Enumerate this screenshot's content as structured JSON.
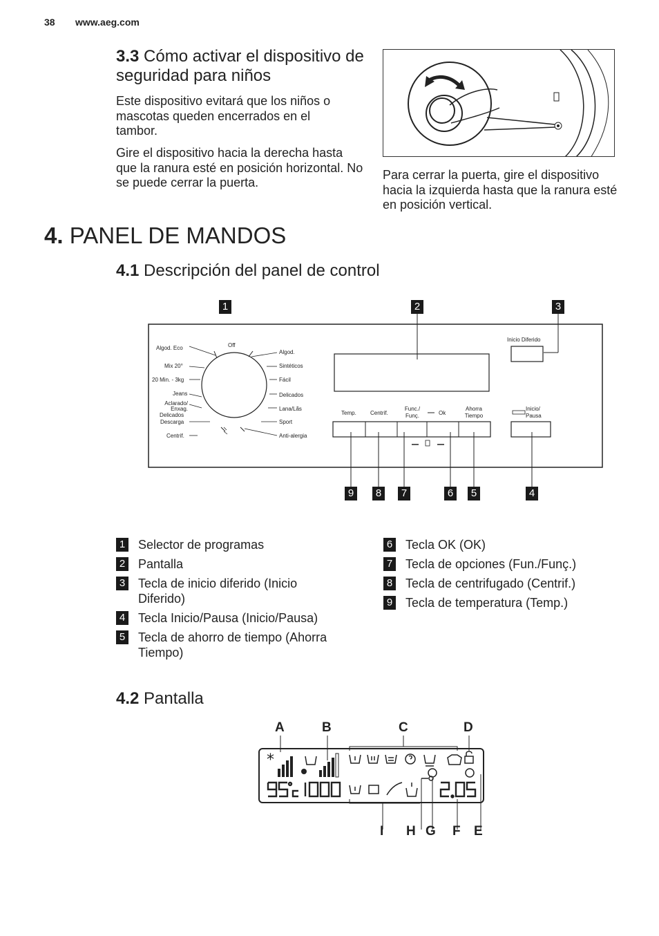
{
  "header": {
    "page_number": "38",
    "site": "www.aeg.com"
  },
  "section_3_3": {
    "number": "3.3",
    "title": "Cómo activar el dispositivo de seguridad para niños",
    "para1": "Este dispositivo evitará que los niños o mascotas queden encerrados en el tambor.",
    "para2": "Gire el dispositivo hacia la derecha hasta que la ranura esté en posición horizontal. No se puede cerrar la puerta.",
    "caption": "Para cerrar la puerta, gire el dispositivo hacia la izquierda hasta que la ranura esté en posición vertical."
  },
  "chapter": {
    "number": "4.",
    "title": "PANEL DE MANDOS"
  },
  "section_4_1": {
    "number": "4.1",
    "title": "Descripción del panel de control",
    "callouts_top": [
      "1",
      "2",
      "3"
    ],
    "callouts_bottom": [
      "9",
      "8",
      "7",
      "6",
      "5",
      "4"
    ],
    "dial_left": [
      "Algod. Eco",
      "Mix 20°",
      "20 Min. - 3kg",
      "Jeans",
      "Aclarado/ Enxag.",
      "Delicados",
      "Descarga",
      "Centrif."
    ],
    "dial_off": "Off",
    "dial_right": [
      "Algod.",
      "Sintéticos",
      "Fácil",
      "Delicados",
      "Lana/Lãs",
      "Sport",
      "Anti-alergia"
    ],
    "buttons": {
      "temp": "Temp.",
      "centrif": "Centrif.",
      "func": "Func./ Funç.",
      "ok": "Ok",
      "ahorra": "Ahorra Tiempo",
      "inicio_diferido": "Inicio Diferido",
      "inicio_pausa": "Inicio/ Pausa"
    },
    "legend": [
      {
        "n": "1",
        "text": "Selector de programas"
      },
      {
        "n": "2",
        "text": "Pantalla"
      },
      {
        "n": "3",
        "text": "Tecla de inicio diferido (Inicio Diferido)"
      },
      {
        "n": "4",
        "text": "Tecla Inicio/Pausa (Inicio/Pausa)"
      },
      {
        "n": "5",
        "text": "Tecla de ahorro de tiempo (Ahorra Tiempo)"
      },
      {
        "n": "6",
        "text": "Tecla OK (OK)"
      },
      {
        "n": "7",
        "text": "Tecla de opciones (Fun./Funç.)"
      },
      {
        "n": "8",
        "text": "Tecla de centrifugado (Centrif.)"
      },
      {
        "n": "9",
        "text": "Tecla de temperatura (Temp.)"
      }
    ]
  },
  "section_4_2": {
    "number": "4.2",
    "title": "Pantalla",
    "callouts_top": [
      "A",
      "B",
      "C",
      "D"
    ],
    "callouts_bottom": [
      "I",
      "H",
      "G",
      "F",
      "E"
    ],
    "display": {
      "temperature": "95",
      "unit": "c",
      "spin": "1000",
      "time": "2.05"
    }
  }
}
